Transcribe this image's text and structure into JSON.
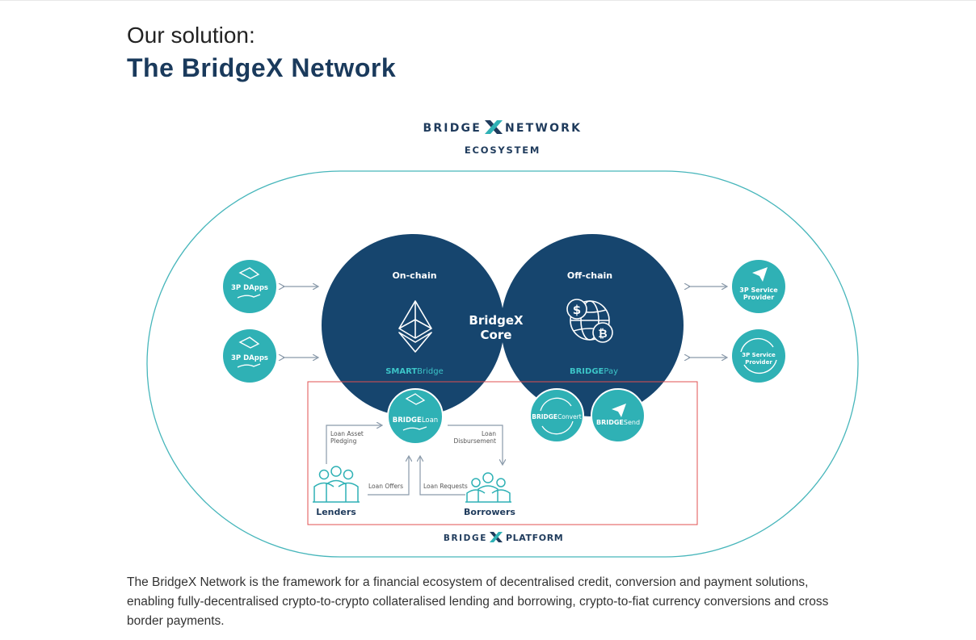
{
  "header": {
    "title_line1": "Our solution:",
    "title_line2": "The BridgeX Network"
  },
  "diagram": {
    "logo_left": "BRIDGE",
    "logo_right": "NETWORK",
    "subtitle": "ECOSYSTEM",
    "onchain": {
      "label": "On-chain",
      "product_prefix": "SMART",
      "product_suffix": "Bridge"
    },
    "offchain": {
      "label": "Off-chain",
      "product_prefix": "BRIDGE",
      "product_suffix": "Pay"
    },
    "core": {
      "line1": "BridgeX",
      "line2": "Core"
    },
    "left_nodes": [
      {
        "label": "3P DApps"
      },
      {
        "label": "3P DApps"
      }
    ],
    "right_nodes": [
      {
        "line1": "3P Service",
        "line2": "Provider"
      },
      {
        "line1": "3P Service",
        "line2": "Provider"
      }
    ],
    "platform": {
      "loan": {
        "prefix": "BRIDGE",
        "suffix": "Loan"
      },
      "convert": {
        "prefix": "BRIDGE",
        "suffix": "Convert"
      },
      "send": {
        "prefix": "BRIDGE",
        "suffix": "Send"
      },
      "lenders": "Lenders",
      "borrowers": "Borrowers",
      "flows": {
        "pledging_line1": "Loan Asset",
        "pledging_line2": "Pledging",
        "disbursement_line1": "Loan",
        "disbursement_line2": "Disbursement",
        "offers": "Loan Offers",
        "requests": "Loan Requests"
      },
      "footer_left": "BRIDGE",
      "footer_right": "PLATFORM"
    },
    "colors": {
      "navy": "#16456e",
      "teal": "#2fb1b5",
      "outline": "#47b6bb",
      "highlight_box": "#e05050"
    }
  },
  "description": "The BridgeX Network is the framework for a financial ecosystem of decentralised credit, conversion and payment solutions, enabling fully-decentralised crypto-to-crypto collateralised lending and borrowing, crypto-to-fiat currency conversions and cross border payments."
}
